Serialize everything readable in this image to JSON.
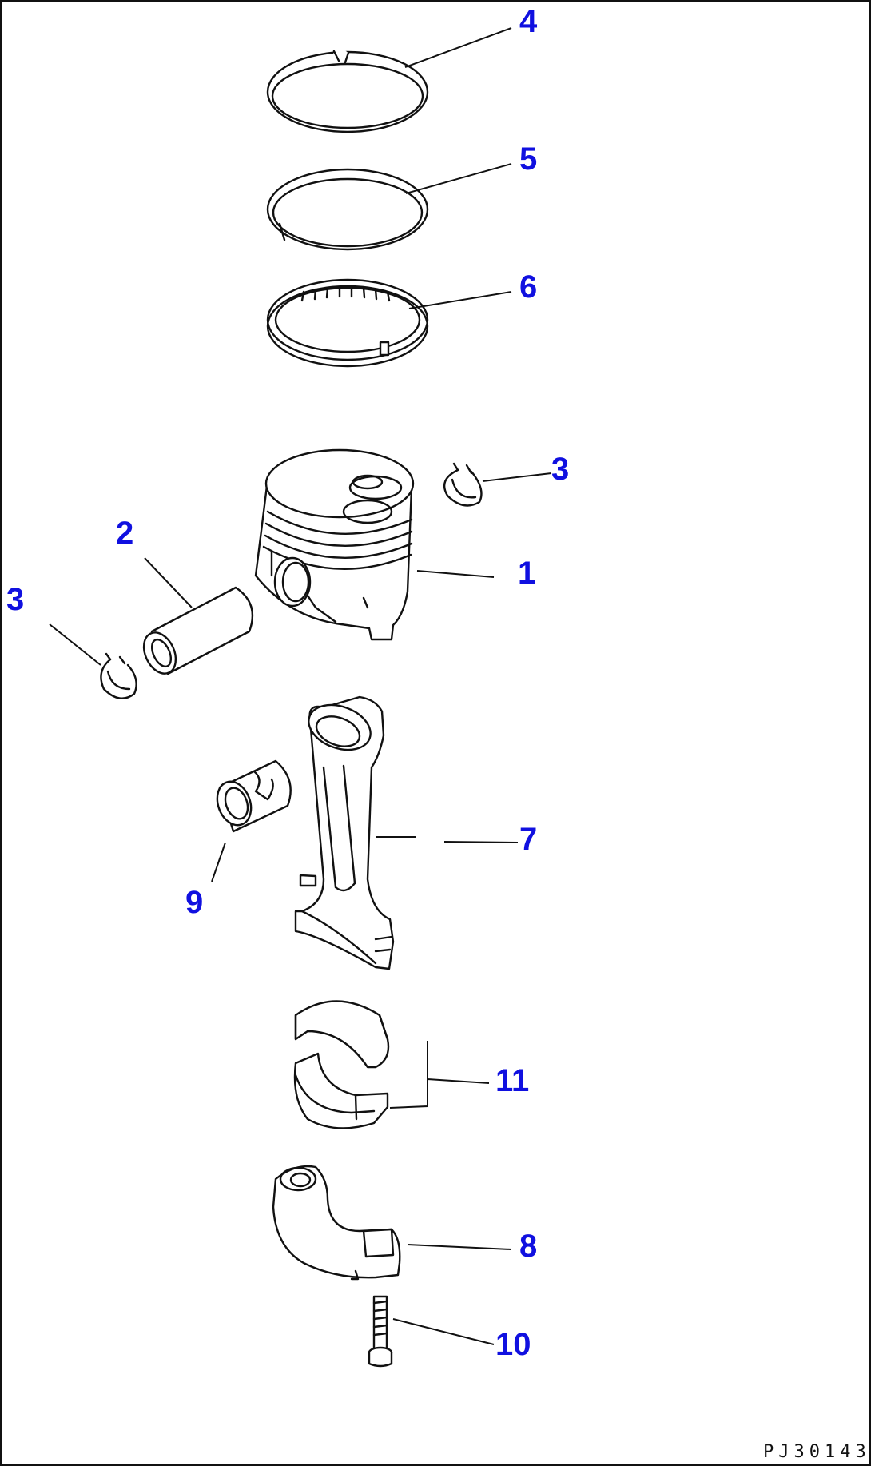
{
  "diagram": {
    "drawing_code": "PJ30143",
    "callouts": {
      "c1": "1",
      "c2": "2",
      "c3a": "3",
      "c3b": "3",
      "c4": "4",
      "c5": "5",
      "c6": "6",
      "c7": "7",
      "c8": "8",
      "c9": "9",
      "c10": "10",
      "c11": "11"
    }
  }
}
